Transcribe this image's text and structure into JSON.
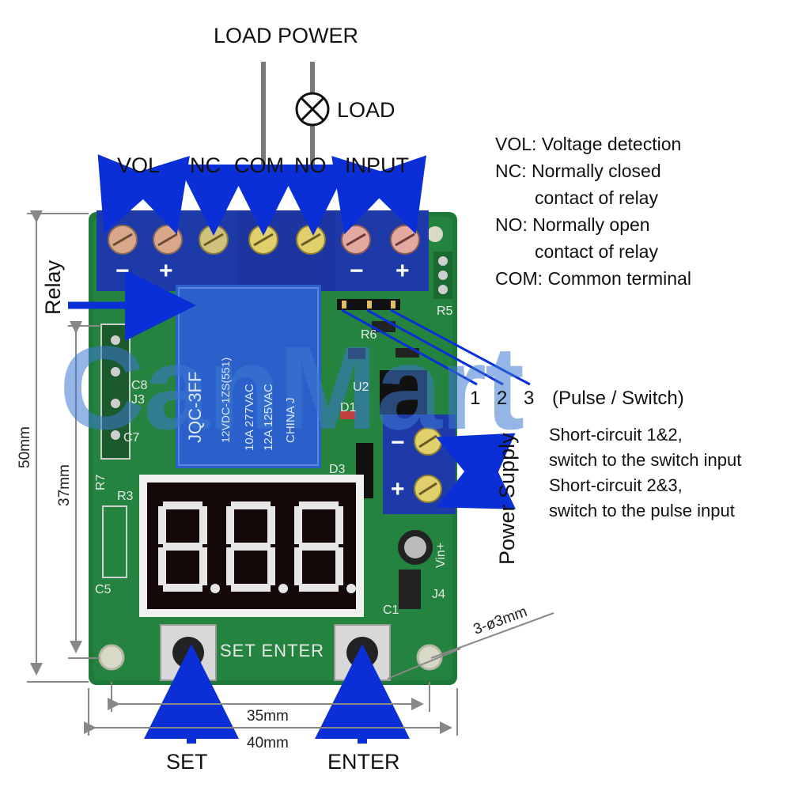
{
  "title": "LOAD POWER",
  "load_label": "LOAD",
  "terminal_labels": {
    "vol": "VOL",
    "nc": "NC",
    "com": "COM",
    "no": "NO",
    "input": "INPUT"
  },
  "polarity": {
    "minus": "−",
    "plus": "+"
  },
  "relay": {
    "label": "Relay",
    "lines": [
      "JQC-3FF",
      "12VDC-1ZS(551)",
      "10A 277VAC",
      "12A 125VAC",
      "CHINA J"
    ]
  },
  "legend": {
    "vol": "VOL: Voltage detection",
    "nc_1": "NC: Normally closed",
    "nc_2": "contact of relay",
    "no_1": "NO: Normally open",
    "no_2": "contact of relay",
    "com": "COM: Common terminal"
  },
  "pulse": {
    "pins": [
      "1",
      "2",
      "3"
    ],
    "title": "(Pulse / Switch)",
    "note_1": "Short-circuit 1&2,",
    "note_2": "switch to the switch input",
    "note_3": "Short-circuit 2&3,",
    "note_4": "switch to the pulse input"
  },
  "power_supply": "Power Supply",
  "display_digits": "8.8.8.",
  "pcb_labels": {
    "set_enter": "SET  ENTER",
    "vin": "Vin+",
    "j4": "J4",
    "j3": "J3",
    "r5": "R5",
    "r6": "R6",
    "u2": "U2",
    "d1": "D1",
    "d3": "D3",
    "c8": "C8",
    "c7": "C7",
    "c5": "C5",
    "r7": "R7",
    "r3": "R3",
    "c1": "C1"
  },
  "watermark": "CanMart",
  "buttons": {
    "set": "SET",
    "enter": "ENTER"
  },
  "dimensions": {
    "height_total": "50mm",
    "height_holes": "37mm",
    "width_holes": "35mm",
    "width_total": "40mm",
    "holes": "3-ø3mm"
  },
  "colors": {
    "pcb": "#1f7a3a",
    "pcb_dark": "#16602c",
    "terminal": "#1e3aa8",
    "arrow": "#0b2fd6",
    "display_bg": "#140808",
    "segment": "#e8e8e8",
    "relay": "#2b5fc9",
    "dimension": "#888888",
    "watermark": "#3c78d2"
  }
}
